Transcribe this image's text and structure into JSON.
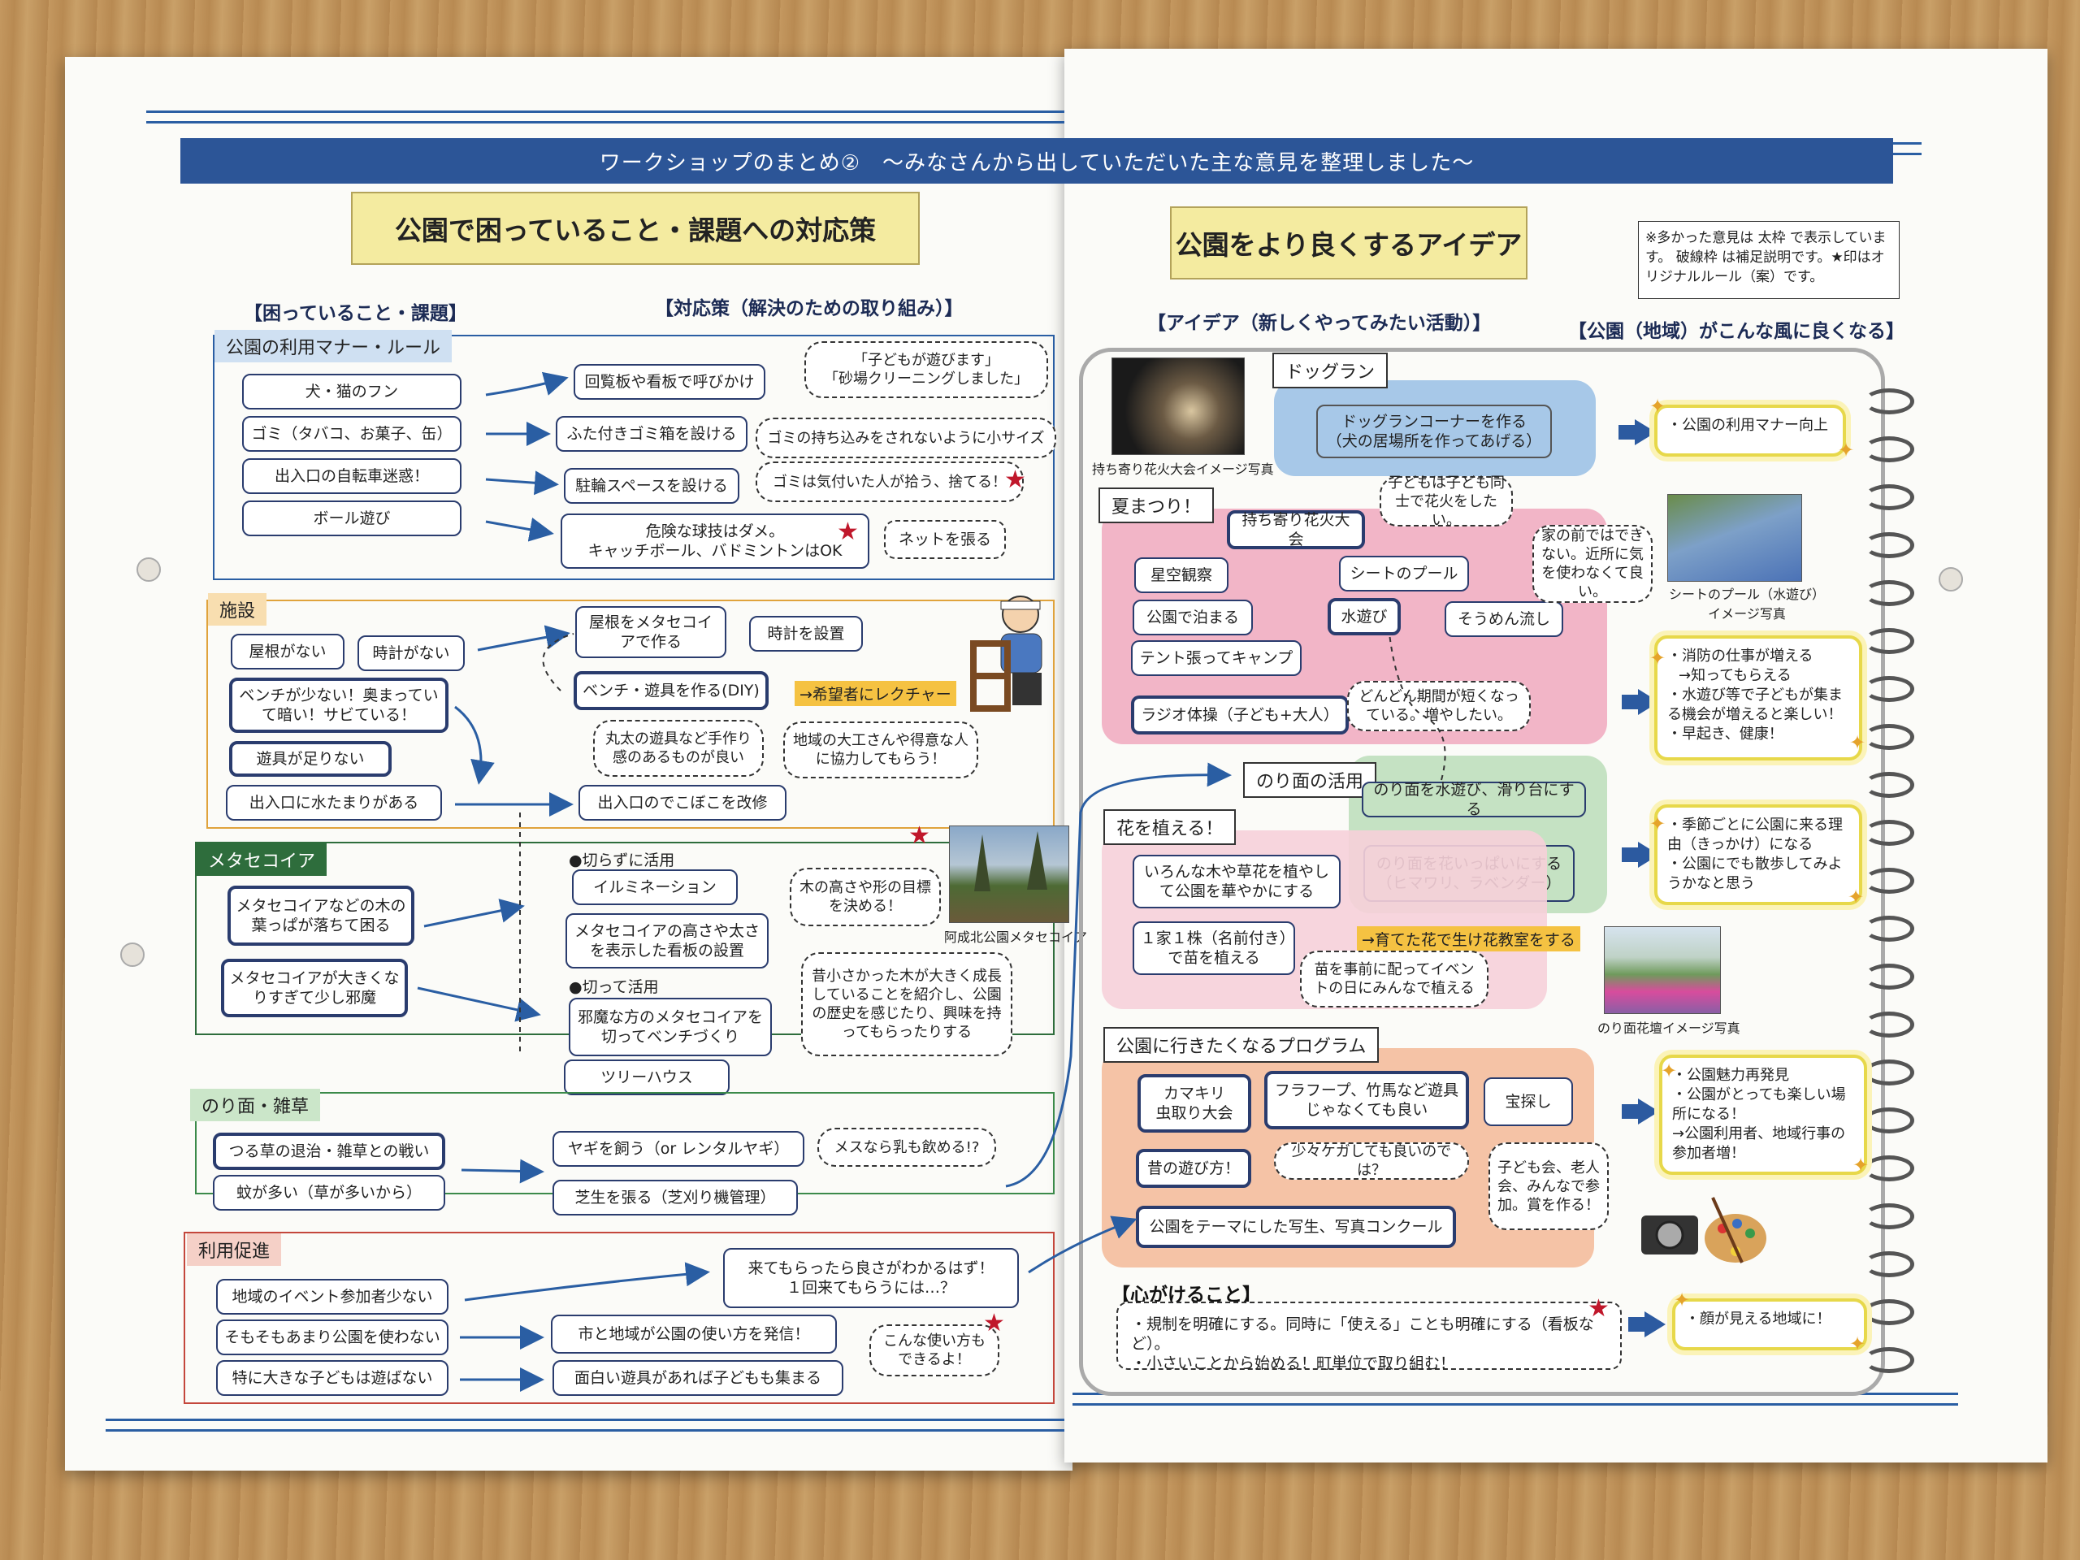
{
  "banner": "ワークショップのまとめ②　～みなさんから出していただいた主な意見を整理しました～",
  "left": {
    "title": "公園で困っていること・課題への対応策",
    "col_problem": "【困っていること・課題】",
    "col_solution": "【対応策（解決のための取り組み）】",
    "manner": {
      "tab": "公園の利用マナー・ルール",
      "problems": [
        "犬・猫のフン",
        "ゴミ（タバコ、お菓子、缶）",
        "出入口の自転車迷惑！",
        "ボール遊び"
      ],
      "solutions": [
        "回覧板や看板で呼びかけ",
        "ふた付きゴミ箱を設ける",
        "駐輪スペースを設ける",
        "危険な球技はダメ。\nキャッチボール、バドミントンはOK"
      ],
      "clouds": [
        "「子どもが遊びます」\n「砂場クリーニングしました」",
        "ゴミの持ち込みをされないように小サイズ",
        "ゴミは気付いた人が拾う、捨てる！",
        "ネットを張る"
      ]
    },
    "facility": {
      "tab": "施設",
      "problems": [
        "屋根がない",
        "時計がない",
        "ベンチが少ない！奥まっていて暗い！サビている！",
        "遊具が足りない",
        "出入口に水たまりがある"
      ],
      "solutions": [
        "屋根をメタセコイアで作る",
        "時計を設置",
        "ベンチ・遊具を作る(DIY)",
        "出入口のでこぼこを改修"
      ],
      "highlight": "→希望者にレクチャー",
      "clouds": [
        "丸太の遊具など手作り感のあるものが良い",
        "地域の大工さんや得意な人に協力してもらう！"
      ]
    },
    "metasequoia": {
      "tab": "メタセコイア",
      "problems": [
        "メタセコイアなどの木の葉っぱが落ちて困る",
        "メタセコイアが大きくなりすぎて少し邪魔"
      ],
      "keep_label": "●切らずに活用",
      "cut_label": "●切って活用",
      "solutions": [
        "イルミネーション",
        "メタセコイアの高さや太さを表示した看板の設置",
        "邪魔な方のメタセコイアを切ってベンチづくり",
        "ツリーハウス"
      ],
      "clouds": [
        "木の高さや形の目標を決める！",
        "昔小さかった木が大きく成長していることを紹介し、公園の歴史を感じたり、興味を持ってもらったりする"
      ],
      "photo_caption": "阿成北公園メタセコイア"
    },
    "slope": {
      "tab": "のり面・雑草",
      "problems": [
        "つる草の退治・雑草との戦い",
        "蚊が多い（草が多いから）"
      ],
      "solutions": [
        "ヤギを飼う（or レンタルヤギ）",
        "芝生を張る（芝刈り機管理）"
      ],
      "clouds": [
        "メスなら乳も飲める!?"
      ]
    },
    "promo": {
      "tab": "利用促進",
      "problems": [
        "地域のイベント参加者少ない",
        "そもそもあまり公園を使わない",
        "特に大きな子どもは遊ばない"
      ],
      "solutions": [
        "市と地域が公園の使い方を発信！",
        "面白い遊具があれば子どもも集まる"
      ],
      "clouds": [
        "来てもらったら良さがわかるはず！\n１回来てもらうには…？",
        "こんな使い方もできるよ！"
      ]
    }
  },
  "right": {
    "title": "公園をより良くするアイデア",
    "note": "※多かった意見は 太枠 で表示しています。 破線枠 は補足説明です。★印はオリジナルルール（案）です。",
    "col_idea": "【アイデア（新しくやってみたい活動）】",
    "col_result": "【公園（地域）がこんな風に良くなる】",
    "dogrun": {
      "tab": "ドッグラン",
      "box": "ドッグランコーナーを作る\n（犬の居場所を作ってあげる）",
      "photo_caption": "持ち寄り花火大会イメージ写真",
      "result": "・公園の利用マナー向上"
    },
    "summer": {
      "tab": "夏まつり！",
      "items": [
        "持ち寄り花火大会",
        "星空観察",
        "シートのプール",
        "公園で泊まる",
        "水遊び",
        "そうめん流し",
        "テント張ってキャンプ",
        "ラジオ体操（子ども+大人）"
      ],
      "clouds": [
        "子どもは子ども同士で花火をしたい。",
        "家の前ではできない。近所に気を使わなくて良い。",
        "どんどん期間が短くなっている。増やしたい。"
      ],
      "photo_caption": "シートのプール（水遊び）\nイメージ写真",
      "result": [
        "・消防の仕事が増える",
        "→知ってもらえる",
        "・水遊び等で子どもが集まる機会が増えると楽しい！",
        "・早起き、健康！"
      ]
    },
    "slopeuse": {
      "tab": "のり面の活用",
      "items": [
        "のり面を水遊び、滑り台にする",
        "のり面を花いっぱいにする\n（ヒマワリ、ラベンダー）"
      ]
    },
    "flower": {
      "tab": "花を植える！",
      "items": [
        "いろんな木や草花を植やして公園を華やかにする",
        "１家１株（名前付き）で苗を植える"
      ],
      "highlight": "→育てた花で生け花教室をする",
      "clouds": [
        "苗を事前に配ってイベントの日にみんなで植える"
      ],
      "photo_caption": "のり面花壇イメージ写真",
      "result": [
        "・季節ごとに公園に来る理由（きっかけ）になる",
        "・公園にでも散歩してみようかなと思う"
      ]
    },
    "program": {
      "tab": "公園に行きたくなるプログラム",
      "items": [
        "カマキリ\n虫取り大会",
        "フラフープ、竹馬など遊具じゃなくても良い",
        "宝探し",
        "昔の遊び方！",
        "公園をテーマにした写生、写真コンクール"
      ],
      "clouds": [
        "少々ケガしても良いのでは？",
        "子ども会、老人会、みんなで参加。賞を作る！"
      ],
      "result": [
        "・公園魅力再発見",
        "・公園がとっても楽しい場所になる！",
        "→公園利用者、地域行事の参加者増！"
      ]
    },
    "mind": {
      "tab": "【心がけること】",
      "lines": [
        "・規制を明確にする。同時に「使える」ことも明確にする（看板など）。",
        "・小さいことから始める！町単位で取り組む！"
      ],
      "result": "・顔が見える地域に！"
    }
  },
  "colors": {
    "navy": "#2c5597",
    "manner": "#2a5ea3",
    "facility": "#e0a33c",
    "metasequoia": "#2e6d3c",
    "slope": "#3b8a4a",
    "promo": "#c4473c",
    "dogrun": "#9fc3e6",
    "summer": "#f1b8c8",
    "slopeuse": "#c8e4c6",
    "flower": "#f6cfd7",
    "program": "#f6c6a8"
  }
}
